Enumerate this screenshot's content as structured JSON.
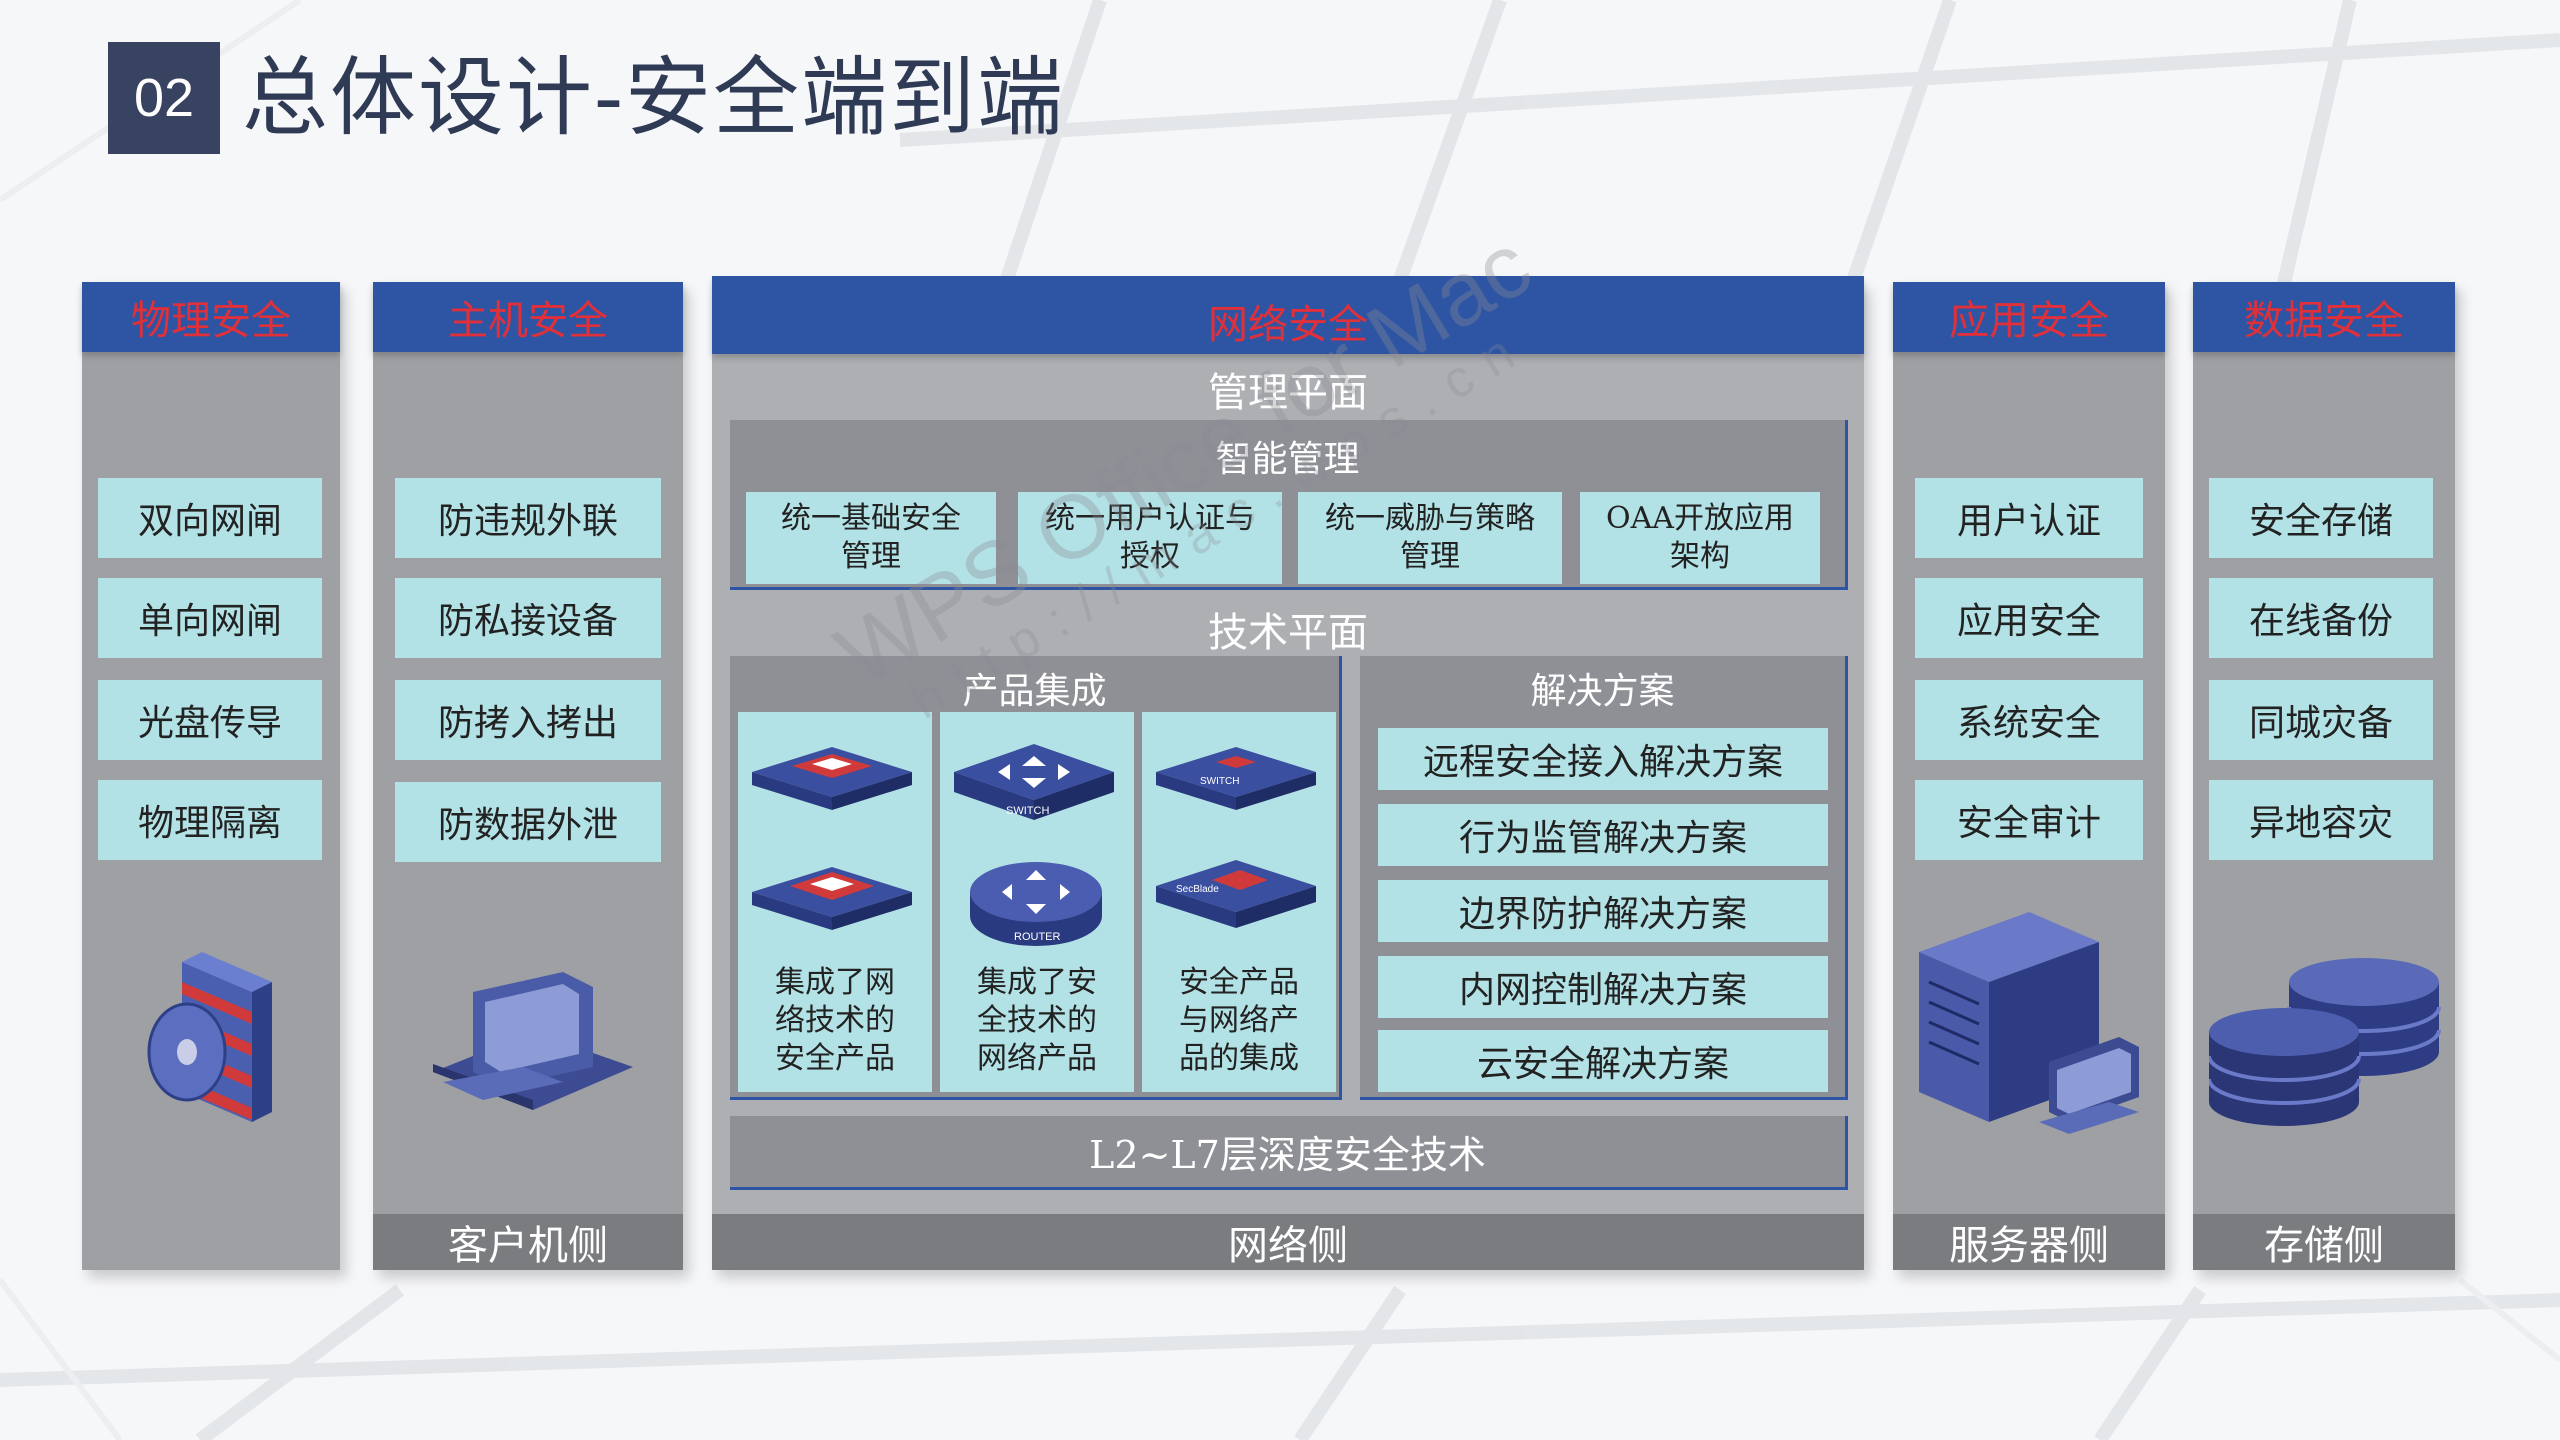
{
  "header": {
    "number": "02",
    "title": "总体设计-安全端到端"
  },
  "columns": {
    "physical": {
      "title": "物理安全",
      "items": [
        "双向网闸",
        "单向网闸",
        "光盘传导",
        "物理隔离"
      ],
      "footer": "",
      "icon": "disc-firewall-icon"
    },
    "host": {
      "title": "主机安全",
      "items": [
        "防违规外联",
        "防私接设备",
        "防拷入拷出",
        "防数据外泄"
      ],
      "footer": "客户机侧",
      "icon": "client-computer-icon"
    },
    "network": {
      "title": "网络安全",
      "management_plane": "管理平面",
      "smart_management": {
        "label": "智能管理",
        "items": [
          "统一基础安全\n管理",
          "统一用户认证与\n授权",
          "统一威胁与策略\n管理",
          "OAA开放应用\n架构"
        ]
      },
      "tech_plane": "技术平面",
      "product_integration": {
        "label": "产品集成",
        "cells": [
          {
            "text": "集成了网\n络技术的\n安全产品",
            "icons": [
              "firewall-device-icon",
              "firewall-device-icon"
            ]
          },
          {
            "text": "集成了安\n全技术的\n网络产品",
            "icons": [
              "switch-icon",
              "router-icon"
            ],
            "icon_labels": [
              "SWITCH",
              "ROUTER"
            ]
          },
          {
            "text": "安全产品\n与网络产\n品的集成",
            "icons": [
              "switch-device-icon",
              "secblade-device-icon"
            ],
            "icon_labels": [
              "SWITCH",
              "SecBlade"
            ]
          }
        ]
      },
      "solutions": {
        "label": "解决方案",
        "items": [
          "远程安全接入解决方案",
          "行为监管解决方案",
          "边界防护解决方案",
          "内网控制解决方案",
          "云安全解决方案"
        ]
      },
      "deep_security": "L2~L7层深度安全技术",
      "footer": "网络侧"
    },
    "application": {
      "title": "应用安全",
      "items": [
        "用户认证",
        "应用安全",
        "系统安全",
        "安全审计"
      ],
      "footer": "服务器侧",
      "icon": "server-icon"
    },
    "data": {
      "title": "数据安全",
      "items": [
        "安全存储",
        "在线备份",
        "同城灾备",
        "异地容灾"
      ],
      "footer": "存储侧",
      "icon": "database-icon"
    }
  },
  "watermark": {
    "line1": "WPS Office for Mac",
    "line2": "http://mac.wps.cn"
  },
  "colors": {
    "header_blue": "#2d55a4",
    "header_text_red": "#e0303a",
    "item_bg": "#b3e2e6",
    "column_gray": "#9ea0a4",
    "title_navy": "#2f3a55"
  }
}
